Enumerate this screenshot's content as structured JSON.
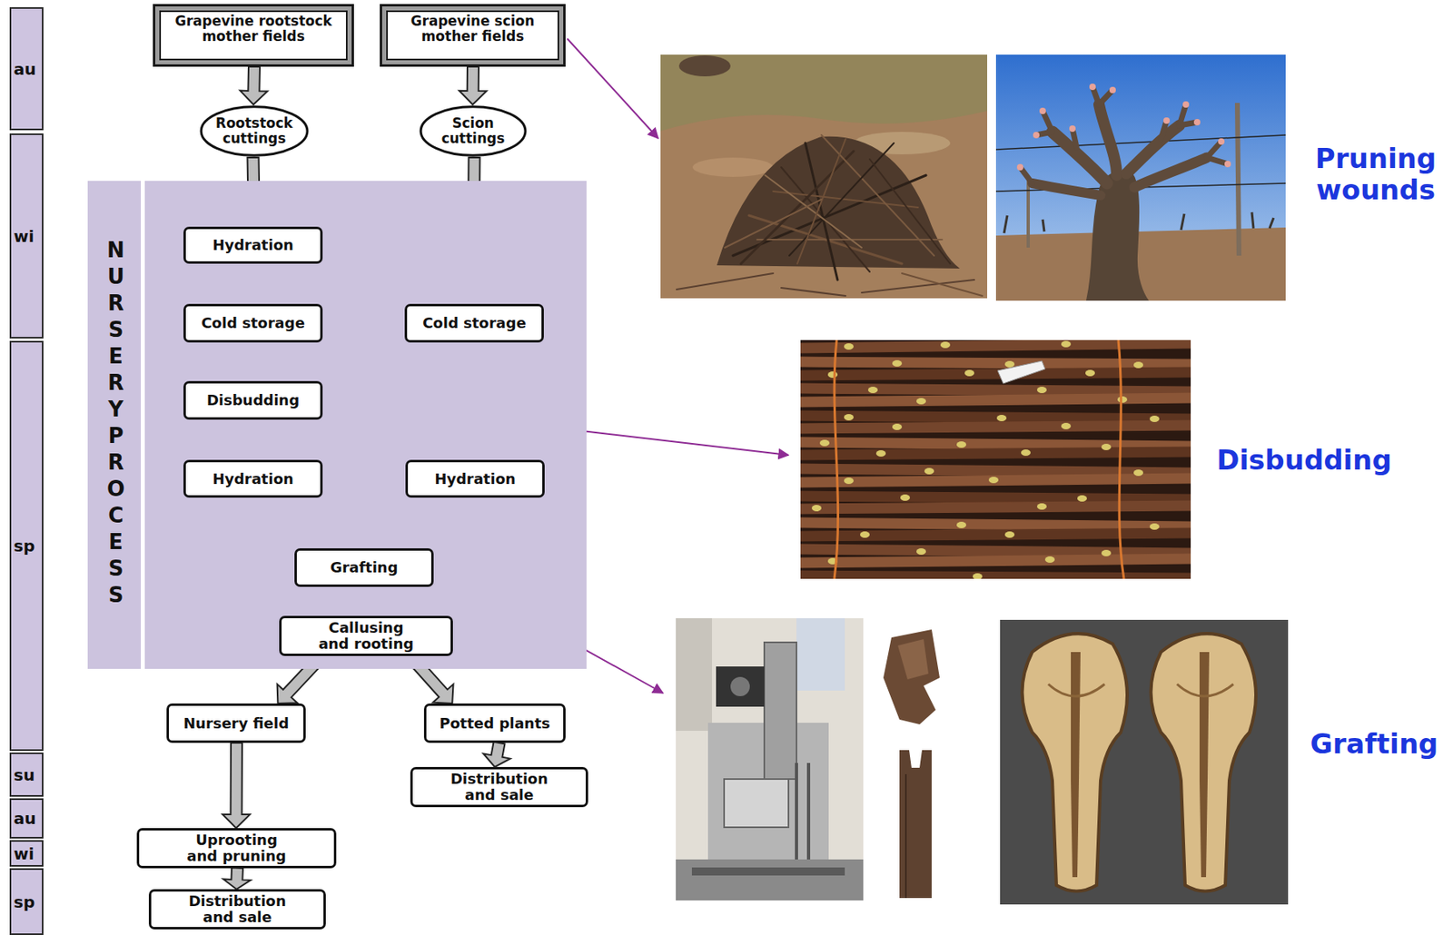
{
  "diagram": {
    "nodes": [
      {
        "text": [
          "au"
        ]
      },
      {
        "text": [
          "wi"
        ]
      },
      {
        "text": [
          "sp"
        ]
      },
      {
        "text": [
          "su"
        ]
      },
      {
        "text": [
          "au"
        ]
      },
      {
        "text": [
          "wi"
        ]
      },
      {
        "text": [
          "sp"
        ]
      },
      {
        "text": [
          "Grapevine rootstock mother fields"
        ]
      },
      {
        "text": [
          "Grapevine scion mother fields"
        ]
      },
      {
        "text": [
          "Rootstock cuttings"
        ]
      },
      {
        "text": [
          "Scion cuttings"
        ]
      },
      {
        "text": [
          "NURSERY PROCESS"
        ]
      },
      {
        "text": [
          "Hydration"
        ],
        "in": 11
      },
      {
        "text": [
          "Cold storage"
        ],
        "in": 11
      },
      {
        "text": [
          "Cold storage"
        ],
        "in": 11
      },
      {
        "text": [
          "Disbudding"
        ],
        "in": 11
      },
      {
        "text": [
          "Hydration"
        ],
        "in": 11
      },
      {
        "text": [
          "Hydration"
        ],
        "in": 11
      },
      {
        "text": [
          "Grafting"
        ],
        "in": 11
      },
      {
        "text": [
          "Callusing and rooting"
        ],
        "in": 11
      },
      {
        "text": [
          "Nursery field"
        ]
      },
      {
        "text": [
          "Potted plants"
        ]
      },
      {
        "text": [
          "Distribution and sale"
        ]
      },
      {
        "text": [
          "Uprooting and pruning"
        ]
      },
      {
        "text": [
          "Distribution and sale"
        ]
      }
    ],
    "edges": [
      {
        "from": 7,
        "to": 9,
        "arrow": "to"
      },
      {
        "from": 8,
        "to": 10,
        "arrow": "to"
      },
      {
        "from": 9,
        "to": 12,
        "arrow": "to"
      },
      {
        "from": 10,
        "to": 14,
        "arrow": "to"
      },
      {
        "from": 12,
        "to": 13,
        "arrow": "to"
      },
      {
        "from": 13,
        "to": 15,
        "arrow": "to"
      },
      {
        "from": 15,
        "to": 16,
        "arrow": "to"
      },
      {
        "from": 14,
        "to": 17,
        "arrow": "to"
      },
      {
        "from": 16,
        "to": 18,
        "arrow": "to"
      },
      {
        "from": 17,
        "to": 18,
        "arrow": "to"
      },
      {
        "from": 18,
        "to": 19,
        "arrow": "to"
      },
      {
        "from": 19,
        "to": 20,
        "arrow": "to"
      },
      {
        "from": 19,
        "to": 21,
        "arrow": "to"
      },
      {
        "from": 21,
        "to": 22,
        "arrow": "to"
      },
      {
        "from": 20,
        "to": 23,
        "arrow": "to"
      },
      {
        "from": 23,
        "to": 24,
        "arrow": "to"
      }
    ],
    "labels": [
      "Pruning wounds",
      "Disbudding",
      "Grafting"
    ]
  }
}
